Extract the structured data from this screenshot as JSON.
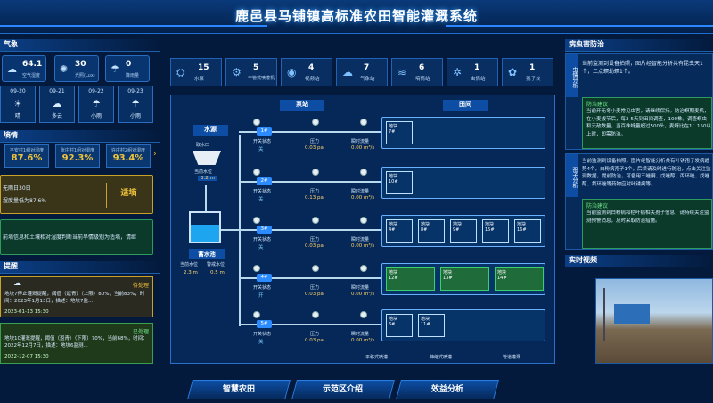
{
  "title": "鹿邑县马铺镇高标准农田智能灌溉系统",
  "left": {
    "weather_title": "气象",
    "weather_stats": [
      {
        "value": "64.1",
        "unit": "%",
        "label": "空气湿度",
        "icon": "humidity-icon"
      },
      {
        "value": "30",
        "label": "光照(Lux)",
        "icon": "sun-icon"
      },
      {
        "value": "0",
        "unit": "mm",
        "label": "降雨量",
        "icon": "rain-icon"
      }
    ],
    "forecast": [
      {
        "date": "09-20",
        "cond": "晴",
        "icon": "sun-icon"
      },
      {
        "date": "09-21",
        "cond": "多云",
        "icon": "cloud-icon"
      },
      {
        "date": "09-22",
        "cond": "小雨",
        "icon": "rain-icon"
      },
      {
        "date": "09-23",
        "cond": "小雨",
        "icon": "rain-icon"
      }
    ],
    "soil_title": "墒情",
    "soil": [
      {
        "name": "平安村1组对湿度",
        "value": "87.6%"
      },
      {
        "name": "张庄村1组对湿度",
        "value": "92.3%"
      },
      {
        "name": "许庄村2组对湿度",
        "value": "93.4%"
      }
    ],
    "soil_info": {
      "line1": "无雨日30日",
      "line2": "湿度量低为87.6%",
      "status": "适墒"
    },
    "soil_note": "前墒信息和土壤相对湿度判断当前旱情级别为适墒，请继",
    "alerts_title": "提醒",
    "alerts": [
      {
        "text": "地块7停止灌溉提醒，阈值（返青）（上限）80%，当前83%，时间：2023年1月13日，描述：地块7监...",
        "date": "2023-01-13 15:30",
        "status": "待处理"
      },
      {
        "text": "地块10灌溉提醒，阈值（返青）（下限）70%，当前68%，时间：2022年12月7日，描述：地块6监测...",
        "date": "2022-12-07 15:30",
        "status": "已处理"
      }
    ]
  },
  "stats": [
    {
      "value": "15",
      "label": "水泵",
      "icon": "pump-icon"
    },
    {
      "value": "5",
      "label": "干管式喷灌机",
      "icon": "sprinkler-icon"
    },
    {
      "value": "4",
      "label": "视频站",
      "icon": "camera-icon"
    },
    {
      "value": "7",
      "label": "气象站",
      "icon": "weather-icon"
    },
    {
      "value": "6",
      "label": "墒情站",
      "icon": "soil-icon"
    },
    {
      "value": "1",
      "label": "虫情站",
      "icon": "bug-icon"
    },
    {
      "value": "1",
      "label": "孢子仪",
      "icon": "spore-icon"
    }
  ],
  "diagram": {
    "water_source": "水源",
    "pump_station": "泵站",
    "field": "田间",
    "intake": "取水口",
    "current_level": "当前水位",
    "level_value": "3.2 m",
    "pool": "蓄水池",
    "pool_current": "当前水位",
    "pool_warn": "警戒水位",
    "pool_cur_val": "2.3 m",
    "pool_warn_val": "0.5 m",
    "rows": [
      {
        "valve": "1#",
        "switch": "开关状态",
        "state": "关",
        "pressure": "0.03 pa",
        "flow": "0.00 m³/s"
      },
      {
        "valve": "2#",
        "switch": "开关状态",
        "state": "关",
        "pressure": "0.13 pa",
        "flow": "0.00 m³/s"
      },
      {
        "valve": "3#",
        "switch": "开关状态",
        "state": "关",
        "pressure": "0.03 pa",
        "flow": "0.00 m³/s"
      },
      {
        "valve": "4#",
        "switch": "开关状态",
        "state": "开",
        "pressure": "0.03 pa",
        "flow": "0.00 m³/s"
      },
      {
        "valve": "5#",
        "switch": "开关状态",
        "state": "关",
        "pressure": "0.03 pa",
        "flow": "0.00 m³/s"
      }
    ],
    "pressure_label": "压力",
    "flow_label": "瞬时流量",
    "fields": [
      [
        "7#"
      ],
      [
        "10#"
      ],
      [
        "4#",
        "8#",
        "9#",
        "15#",
        "16#"
      ],
      [
        "12#",
        "13#",
        "14#"
      ],
      [
        "6#",
        "11#"
      ]
    ],
    "block_label": "地块",
    "legend": [
      "平移式喷灌",
      "伸缩式喷灌",
      "管道灌溉"
    ]
  },
  "right": {
    "pest_title": "病虫害防治",
    "insect_label": "虫情分析",
    "insect_text": "当前监测到设备拍照，图片经智能分析共有昆虫天1个，二点螟幼螟1个。",
    "insect_advice_title": "防治建议",
    "insect_advice": "当前开无冬小麦常见虫害，请继续保持。防治螟期麦机，在小麦拔节后，每3-5天到田间调查，100株，调查螟虫和天敌数量，当百株蚜量超过500头，麦蚜比在1：150以上时，即需防治。",
    "spore_label": "孢子分析",
    "spore_text": "当前监测到设备拍照，图片经智能分析共有叶锈孢子发病趋势4个，白粉病孢子1个，后续请及时进行防治，点击关注监测数据，提前防治，可备用三唑酮、戊唑醇、丙环唑、戊唑醇、氟环唑等药物应对叶锈病等。",
    "spore_advice_title": "防治建议",
    "spore_advice": "当前监测到白粉病和枯叶病相关孢子信息，请持续关注监测预警消息，及时采取防治措施。",
    "video_title": "实时视频"
  },
  "tabs": [
    "智慧农田",
    "示范区介绍",
    "效益分析"
  ]
}
